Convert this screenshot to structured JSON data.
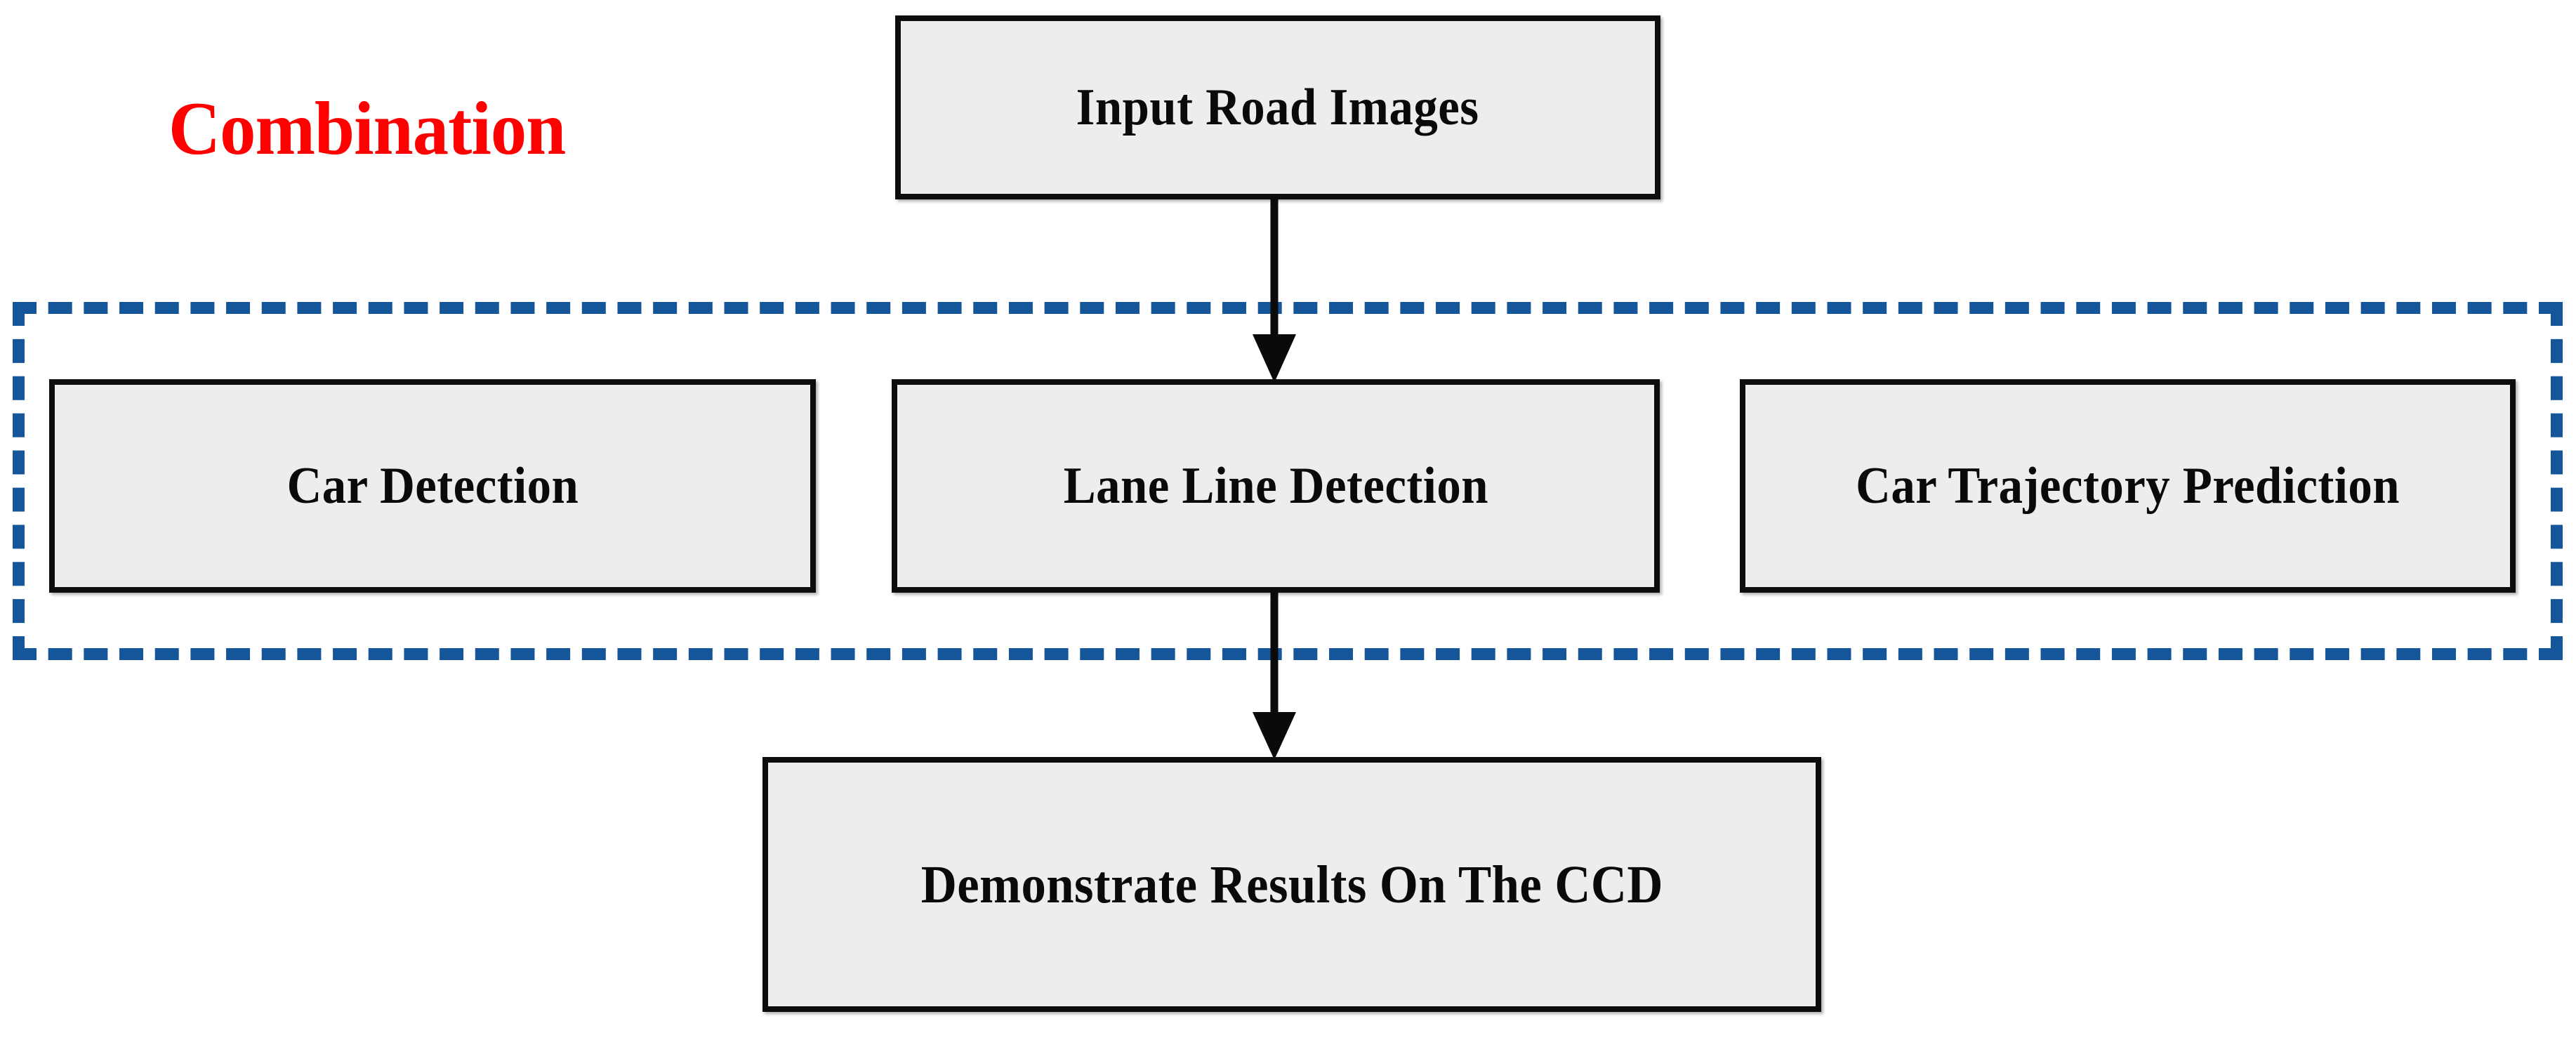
{
  "diagram": {
    "title_label": "Combination",
    "title_color": "#fe0000",
    "group_border_color": "#15569b",
    "node_fill_color": "#ededed",
    "node_border_color": "#0d0d0d",
    "nodes": [
      {
        "id": "input",
        "label": "Input Road Images",
        "role": "input-stage"
      },
      {
        "id": "car",
        "label": "Car Detection",
        "role": "processing-stage"
      },
      {
        "id": "lane",
        "label": "Lane Line Detection",
        "role": "processing-stage"
      },
      {
        "id": "traj",
        "label": "Car Trajectory Prediction",
        "role": "processing-stage"
      },
      {
        "id": "demo",
        "label": "Demonstrate Results On The CCD",
        "role": "output-stage"
      }
    ],
    "group": {
      "label": "Combination",
      "contains": [
        "Car Detection",
        "Lane Line Detection",
        "Car Trajectory Prediction"
      ],
      "style": "dashed"
    },
    "edges": [
      {
        "from": "Input Road Images",
        "to": "Lane Line Detection",
        "style": "solid-arrow"
      },
      {
        "from": "Lane Line Detection",
        "to": "Demonstrate Results On The CCD",
        "style": "solid-arrow"
      }
    ]
  }
}
